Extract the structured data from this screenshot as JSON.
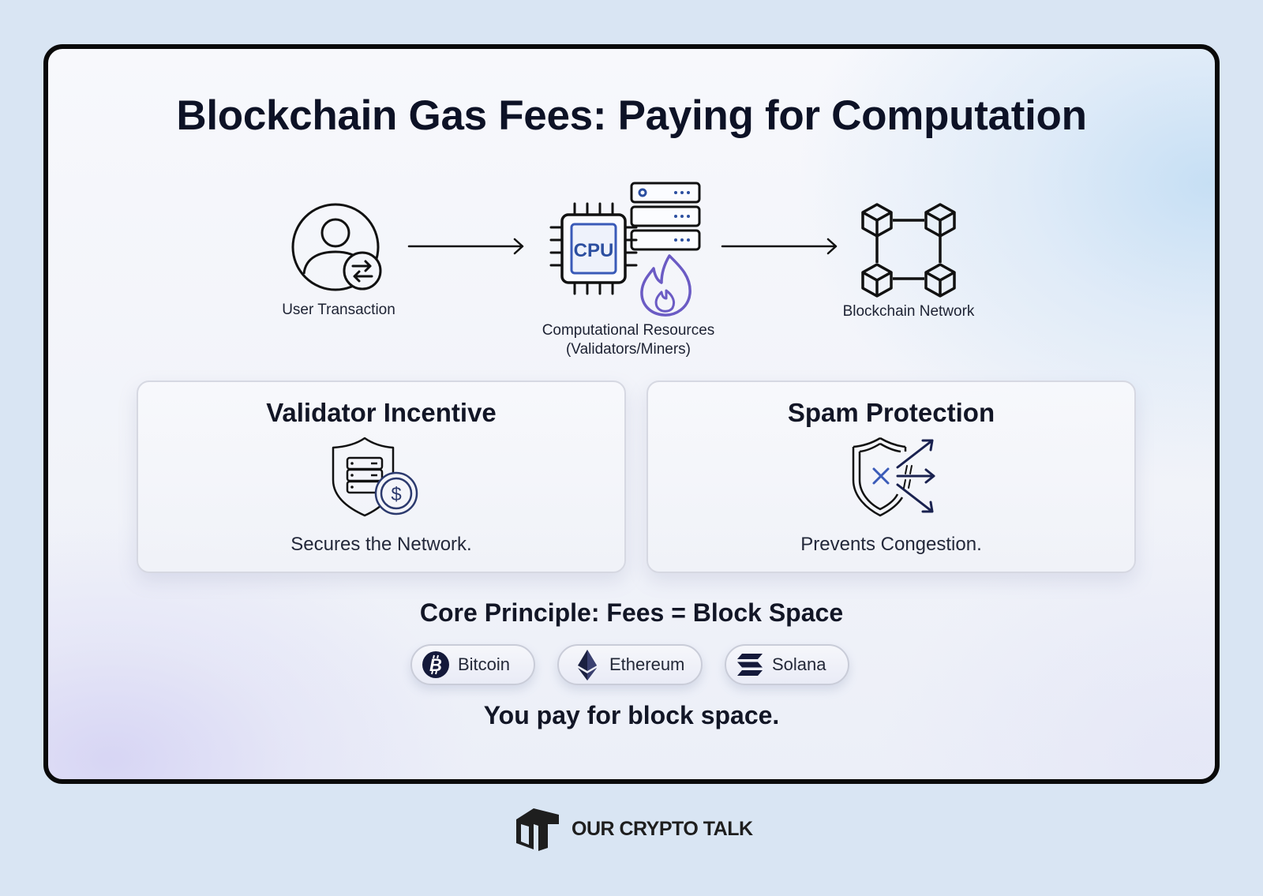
{
  "title": "Blockchain Gas Fees: Paying for Computation",
  "flow": {
    "nodes": [
      {
        "label": "User Transaction",
        "icon": "user-transaction-icon"
      },
      {
        "label_line1": "Computational Resources",
        "label_line2": "(Validators/Miners)",
        "icon": "cpu-server-fire-icon",
        "cpu_text": "CPU"
      },
      {
        "label": "Blockchain Network",
        "icon": "blockchain-network-icon"
      }
    ],
    "arrows": [
      "arrow-right",
      "arrow-right"
    ]
  },
  "cards": [
    {
      "title": "Validator Incentive",
      "icon": "shield-server-dollar-icon",
      "description": "Secures the Network.",
      "coin_symbol": "$"
    },
    {
      "title": "Spam Protection",
      "icon": "shield-block-arrows-icon",
      "description": "Prevents Congestion."
    }
  ],
  "core": {
    "title": "Core Principle: Fees = Block Space",
    "chips": [
      {
        "label": "Bitcoin",
        "icon": "bitcoin-icon",
        "symbol": "B"
      },
      {
        "label": "Ethereum",
        "icon": "ethereum-icon"
      },
      {
        "label": "Solana",
        "icon": "solana-icon"
      }
    ],
    "tagline": "You pay for block space."
  },
  "brand": {
    "name": "OUR CRYPTO TALK",
    "icon": "our-crypto-talk-logo"
  },
  "colors": {
    "page_bg": "#d9e5f3",
    "frame_border": "#0a0a0a",
    "text_dark": "#0d1226",
    "accent_blue": "#3a5bb8",
    "accent_purple": "#6b5bc4"
  }
}
